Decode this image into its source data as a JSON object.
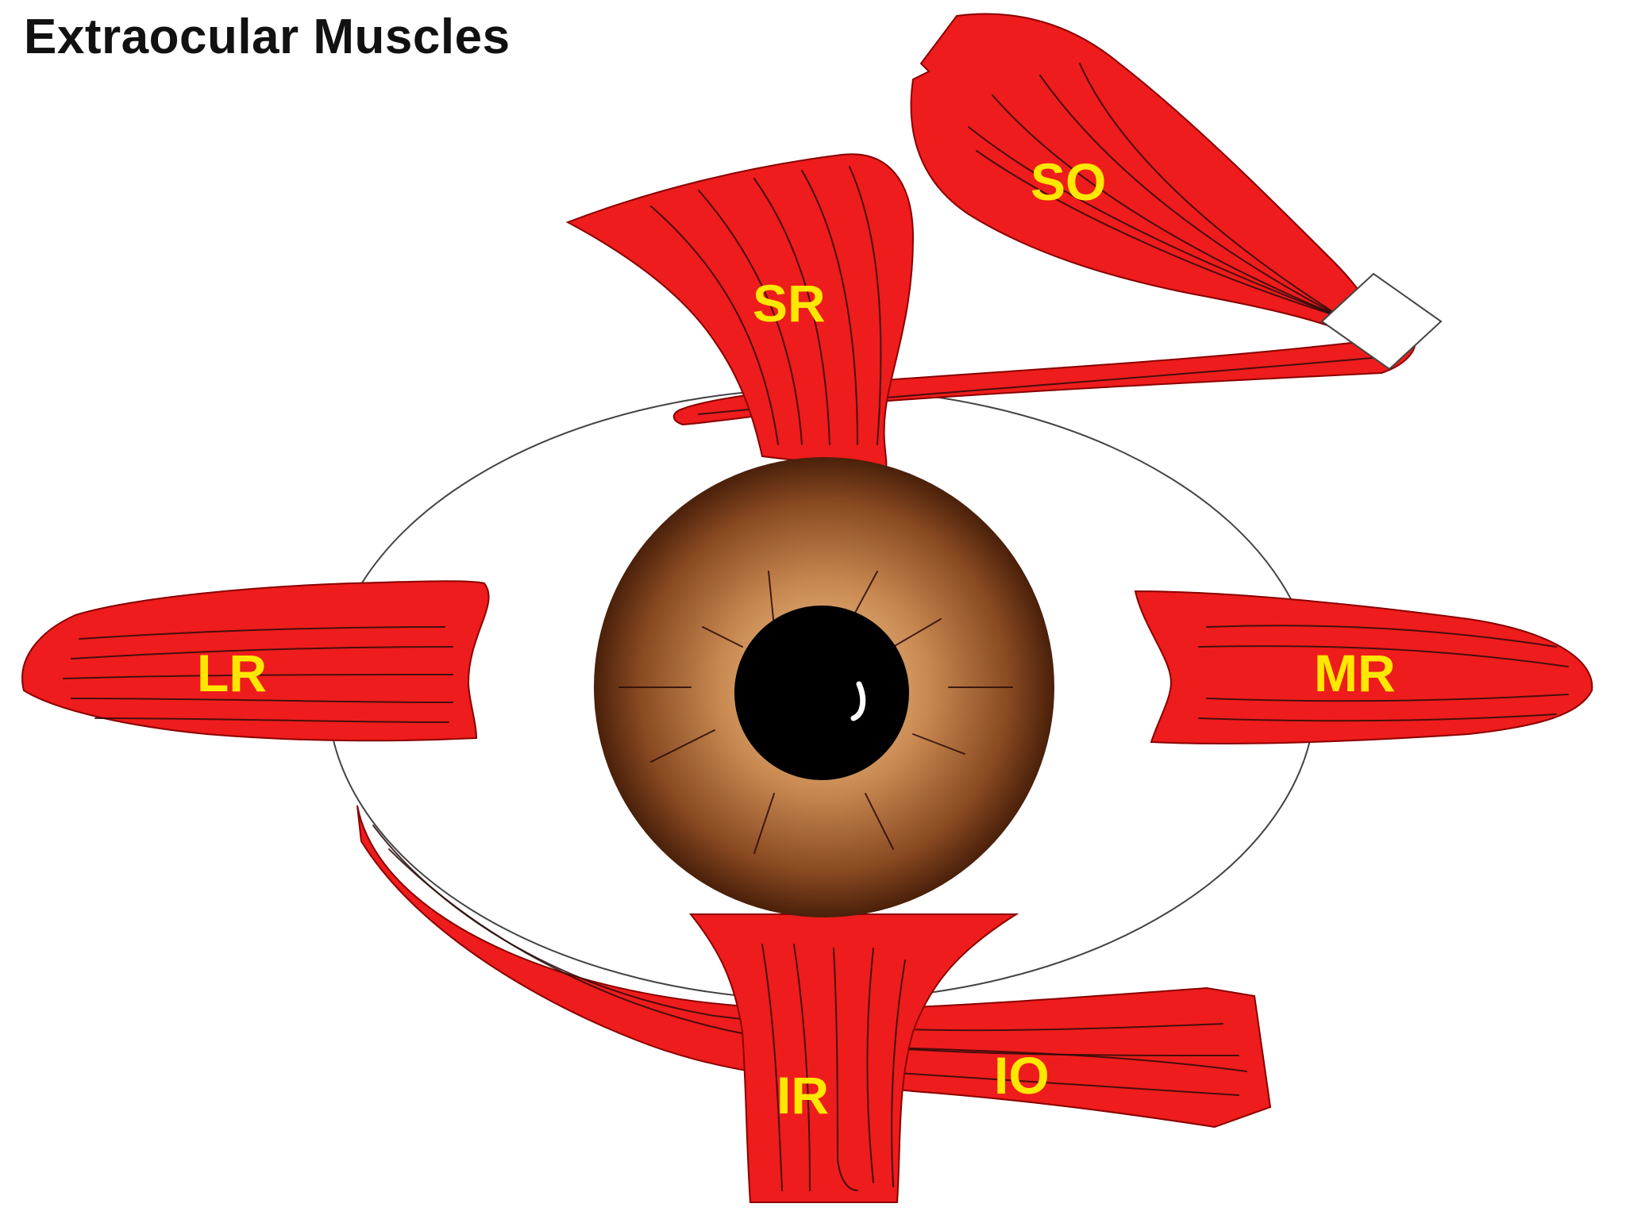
{
  "title": "Extraocular Muscles",
  "labels": {
    "SO": "SO",
    "SR": "SR",
    "LR": "LR",
    "MR": "MR",
    "IR": "IR",
    "IO": "IO"
  },
  "colors": {
    "muscle": "#ee1c1c",
    "label": "#ffe800",
    "tendon": "#ffffff",
    "iris_outer": "#5a2c10",
    "iris_inner": "#d9a06a",
    "pupil": "#000000",
    "globe_outline": "#444444"
  }
}
